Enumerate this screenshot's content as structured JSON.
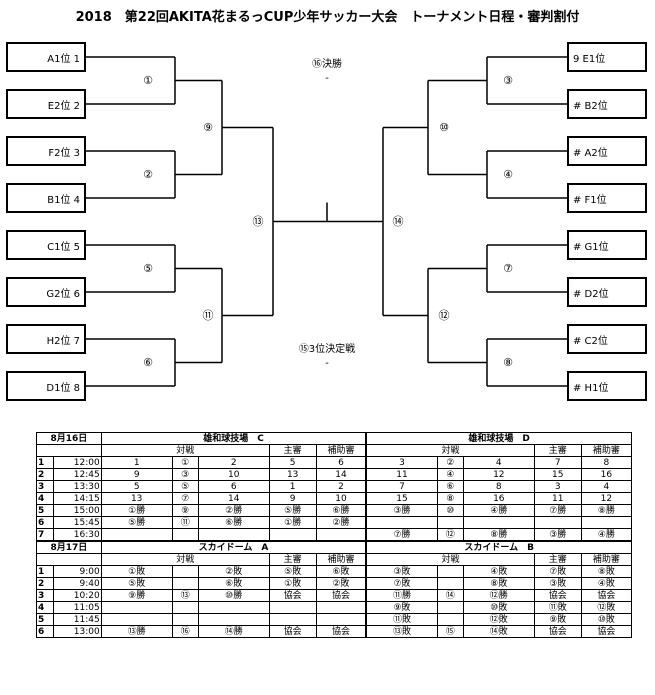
{
  "title": "2018　第22回AKITA花まるっCUP少年サッカー大会　トーナメント日程・審判割付",
  "left_teams": [
    {
      "label": "A1位",
      "num": "1"
    },
    {
      "label": "E2位",
      "num": "2"
    },
    {
      "label": "F2位",
      "num": "3"
    },
    {
      "label": "B1位",
      "num": "4"
    },
    {
      "label": "C1位",
      "num": "5"
    },
    {
      "label": "G2位",
      "num": "6"
    },
    {
      "label": "H2位",
      "num": "7"
    },
    {
      "label": "D1位",
      "num": "8"
    }
  ],
  "right_teams": [
    {
      "num": "9",
      "label": "E1位"
    },
    {
      "num": "#",
      "label": "B2位"
    },
    {
      "num": "#",
      "label": "A2位"
    },
    {
      "num": "#",
      "label": "F1位"
    },
    {
      "num": "#",
      "label": "G1位"
    },
    {
      "num": "#",
      "label": "D2位"
    },
    {
      "num": "#",
      "label": "C2位"
    },
    {
      "num": "#",
      "label": "H1位"
    }
  ],
  "match_marks": {
    "m1": "①",
    "m2": "②",
    "m3": "③",
    "m4": "④",
    "m5": "⑤",
    "m6": "⑥",
    "m7": "⑦",
    "m8": "⑧",
    "m9": "⑨",
    "m10": "⑩",
    "m11": "⑪",
    "m12": "⑫",
    "m13": "⑬",
    "m14": "⑭"
  },
  "final": {
    "label": "⑯決勝",
    "value": "-"
  },
  "third": {
    "label": "⑮3位決定戦",
    "value": "-"
  },
  "day1": {
    "date": "8月16日",
    "venue_c": "雄和球技場　C",
    "venue_d": "雄和球技場　D",
    "sub": {
      "match": "対戦",
      "referee": "主審",
      "assistant": "補助審"
    },
    "rows": [
      [
        "1",
        "12:00",
        "1",
        "①",
        "2",
        "5",
        "6",
        "3",
        "②",
        "4",
        "7",
        "8"
      ],
      [
        "2",
        "12:45",
        "9",
        "③",
        "10",
        "13",
        "14",
        "11",
        "④",
        "12",
        "15",
        "16"
      ],
      [
        "3",
        "13:30",
        "5",
        "⑤",
        "6",
        "1",
        "2",
        "7",
        "⑥",
        "8",
        "3",
        "4"
      ],
      [
        "4",
        "14:15",
        "13",
        "⑦",
        "14",
        "9",
        "10",
        "15",
        "⑧",
        "16",
        "11",
        "12"
      ],
      [
        "5",
        "15:00",
        "①勝",
        "⑨",
        "②勝",
        "⑤勝",
        "⑥勝",
        "③勝",
        "⑩",
        "④勝",
        "⑦勝",
        "⑧勝"
      ],
      [
        "6",
        "15:45",
        "⑤勝",
        "⑪",
        "⑥勝",
        "①勝",
        "②勝",
        "",
        "",
        "",
        "",
        ""
      ],
      [
        "7",
        "16:30",
        "",
        "",
        "",
        "",
        "",
        "⑦勝",
        "⑫",
        "⑧勝",
        "③勝",
        "④勝"
      ]
    ]
  },
  "day2": {
    "date": "8月17日",
    "venue_a": "スカイドーム　A",
    "venue_b": "スカイドーム　B",
    "sub": {
      "match": "対戦",
      "referee": "主審",
      "assistant": "補助審"
    },
    "rows": [
      [
        "1",
        "9:00",
        "①敗",
        "",
        "②敗",
        "⑤敗",
        "⑥敗",
        "③敗",
        "",
        "④敗",
        "⑦敗",
        "⑧敗"
      ],
      [
        "2",
        "9:40",
        "⑤敗",
        "",
        "⑥敗",
        "①敗",
        "②敗",
        "⑦敗",
        "",
        "⑧敗",
        "③敗",
        "④敗"
      ],
      [
        "3",
        "10:20",
        "⑨勝",
        "⑬",
        "⑩勝",
        "協会",
        "協会",
        "⑪勝",
        "⑭",
        "⑫勝",
        "協会",
        "協会"
      ],
      [
        "4",
        "11:05",
        "",
        "",
        "",
        "",
        "",
        "⑨敗",
        "",
        "⑩敗",
        "⑪敗",
        "⑫敗"
      ],
      [
        "5",
        "11:45",
        "",
        "",
        "",
        "",
        "",
        "⑪敗",
        "",
        "⑫敗",
        "⑨敗",
        "⑩敗"
      ],
      [
        "6",
        "13:00",
        "⑬勝",
        "⑯",
        "⑭勝",
        "協会",
        "協会",
        "⑬敗",
        "⑮",
        "⑭敗",
        "協会",
        "協会"
      ]
    ]
  }
}
